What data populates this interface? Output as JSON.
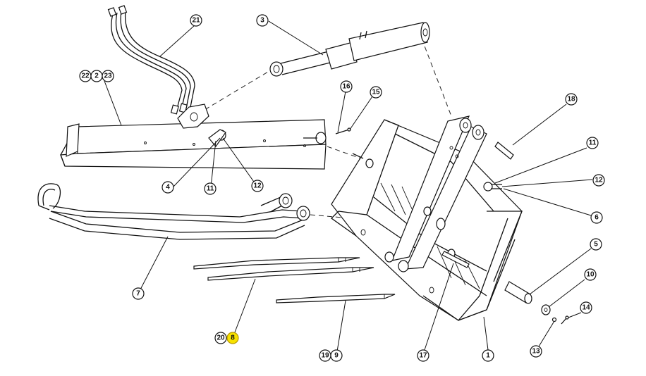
{
  "callouts": [
    {
      "id": "c1",
      "label": "1"
    },
    {
      "id": "c2",
      "label": "2"
    },
    {
      "id": "c3",
      "label": "3"
    },
    {
      "id": "c4",
      "label": "4"
    },
    {
      "id": "c5",
      "label": "5"
    },
    {
      "id": "c6",
      "label": "6"
    },
    {
      "id": "c7",
      "label": "7"
    },
    {
      "id": "c8",
      "label": "8",
      "highlighted": true
    },
    {
      "id": "c9",
      "label": "9"
    },
    {
      "id": "c10",
      "label": "10"
    },
    {
      "id": "c11a",
      "label": "11"
    },
    {
      "id": "c11b",
      "label": "11"
    },
    {
      "id": "c12a",
      "label": "12"
    },
    {
      "id": "c12b",
      "label": "12"
    },
    {
      "id": "c13",
      "label": "13"
    },
    {
      "id": "c14",
      "label": "14"
    },
    {
      "id": "c15",
      "label": "15"
    },
    {
      "id": "c16",
      "label": "16"
    },
    {
      "id": "c17",
      "label": "17"
    },
    {
      "id": "c18",
      "label": "18"
    },
    {
      "id": "c19",
      "label": "19"
    },
    {
      "id": "c20",
      "label": "20"
    },
    {
      "id": "c21",
      "label": "21"
    },
    {
      "id": "c22",
      "label": "22"
    },
    {
      "id": "c23",
      "label": "23"
    }
  ],
  "colors": {
    "line": "#111111",
    "highlight": "#f7e200",
    "background": "#ffffff"
  }
}
